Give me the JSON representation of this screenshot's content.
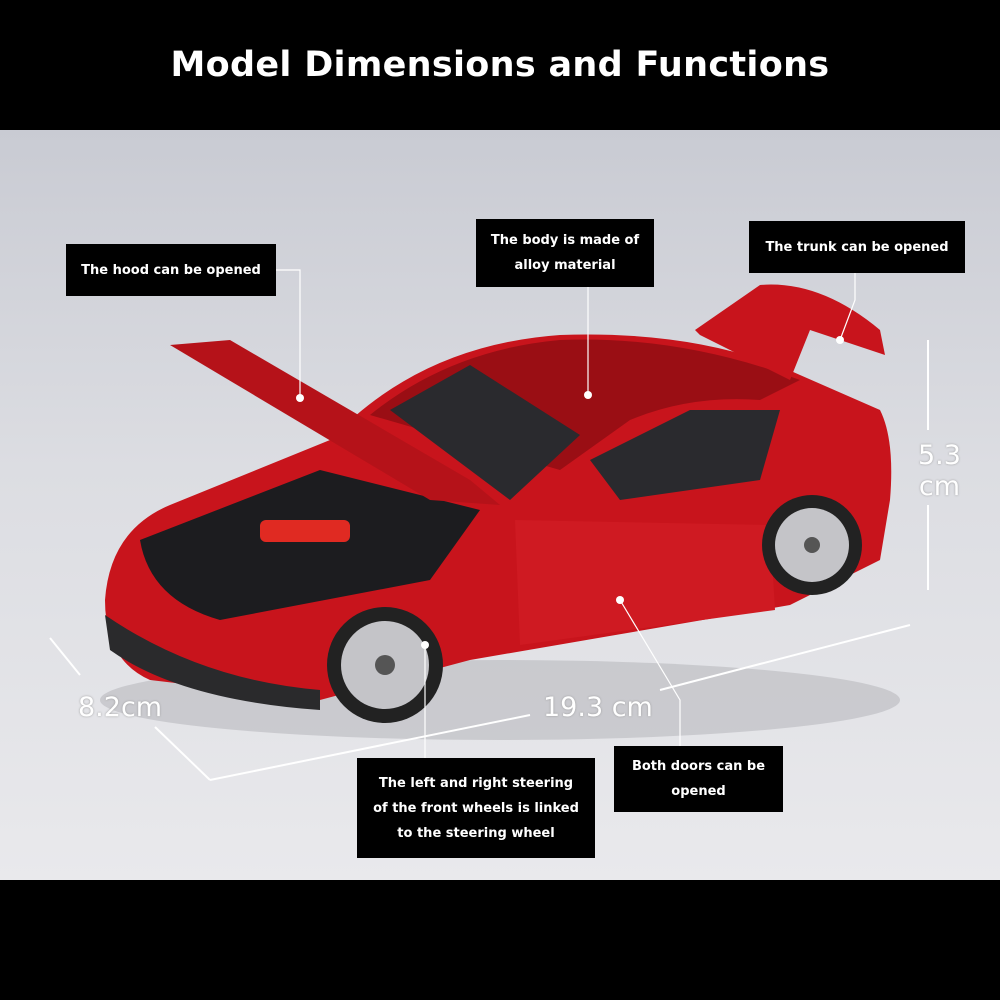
{
  "title": "Model Dimensions and Functions",
  "labels": {
    "hood": "The hood can be opened",
    "body_line1": "The body is made of",
    "body_line2": "alloy material",
    "trunk": "The trunk can be opened",
    "steering_line1": "The left and right steering",
    "steering_line2": "of the front wheels is linked",
    "steering_line3": "to the steering wheel",
    "doors_line1": "Both doors can be",
    "doors_line2": "opened"
  },
  "dimensions": {
    "height_value": "5.3",
    "height_unit": "cm",
    "width": "8.2cm",
    "length": "19.3 cm"
  },
  "colors": {
    "car_red": "#c8141c",
    "label_bg": "#000000"
  }
}
